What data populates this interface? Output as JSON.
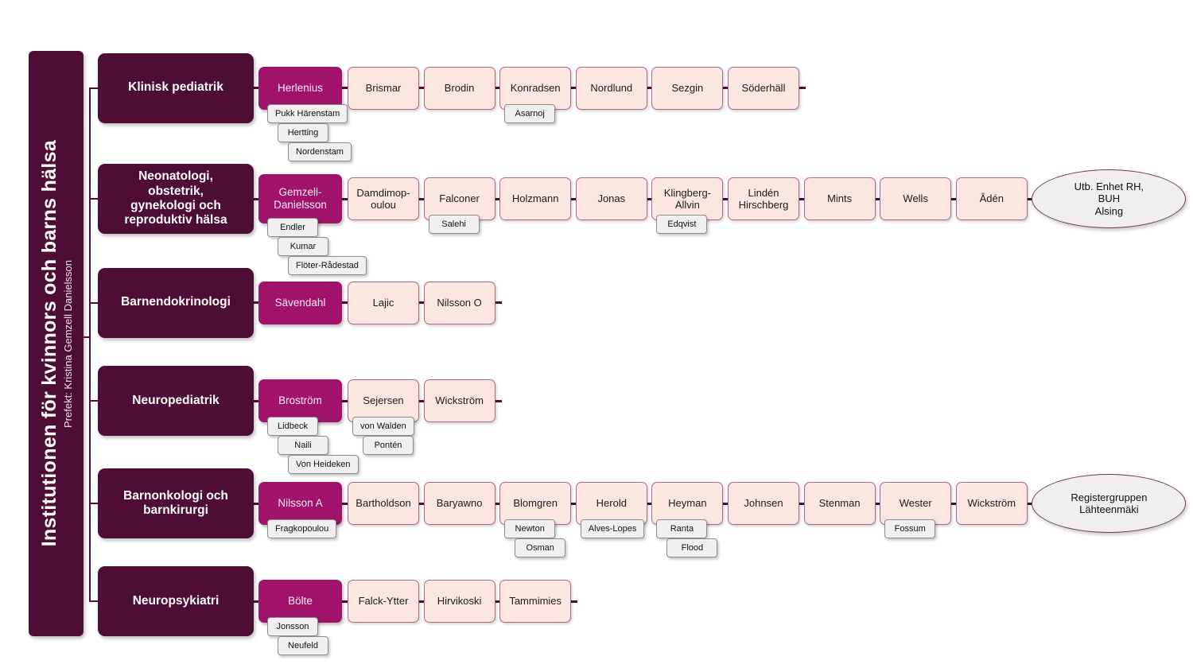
{
  "sidebar": {
    "title": "Institutionen för kvinnors och barns hälsa",
    "subtitle": "Prefekt: Kristina Gemzell Danielsson"
  },
  "colors": {
    "dark_maroon": "#4E0D35",
    "magenta_accent": "#A1136B",
    "member_fill": "#FBE6E0",
    "member_border": "#B3677F",
    "sub_fill": "#F1EFEF",
    "sub_border": "#8C8C8C",
    "ellipse_fill": "#EFEFEF",
    "ellipse_border": "#6E3A54"
  },
  "divisions": [
    {
      "name": "Klinisk pediatrik",
      "leader": {
        "label": "Herlenius",
        "subs": [
          "Pukk Härenstam",
          "Hertting",
          "Nordenstam"
        ]
      },
      "members": [
        {
          "label": "Brismar"
        },
        {
          "label": "Brodin"
        },
        {
          "label": "Konradsen",
          "subs": [
            "Asarnoj"
          ]
        },
        {
          "label": "Nordlund"
        },
        {
          "label": "Sezgin"
        },
        {
          "label": "Söderhäll"
        }
      ],
      "ellipse": null
    },
    {
      "name": "Neonatologi,\nobstetrik,\ngynekologi och\nreproduktiv hälsa",
      "leader": {
        "label": "Gemzell-\nDanielsson",
        "subs": [
          "Endler",
          "Kumar",
          "Flöter-Rådestad"
        ]
      },
      "members": [
        {
          "label": "Damdimop-\noulou"
        },
        {
          "label": "Falconer",
          "subs": [
            "Salehi"
          ]
        },
        {
          "label": "Holzmann"
        },
        {
          "label": "Jonas"
        },
        {
          "label": "Klingberg-\nAllvin",
          "subs": [
            "Edqvist"
          ]
        },
        {
          "label": "Lindén\nHirschberg"
        },
        {
          "label": "Mints"
        },
        {
          "label": "Wells"
        },
        {
          "label": "Ådén"
        }
      ],
      "ellipse": "Utb. Enhet RH,\nBUH\nAlsing"
    },
    {
      "name": "Barnendokrinologi",
      "leader": {
        "label": "Sävendahl",
        "subs": []
      },
      "members": [
        {
          "label": "Lajic"
        },
        {
          "label": "Nilsson O"
        }
      ],
      "ellipse": null
    },
    {
      "name": "Neuropediatrik",
      "leader": {
        "label": "Broström",
        "subs": [
          "Lidbeck",
          "Naili",
          "Von Heideken"
        ]
      },
      "members": [
        {
          "label": "Sejersen",
          "subs": [
            "von Walden",
            "Pontén"
          ]
        },
        {
          "label": "Wickström"
        }
      ],
      "ellipse": null
    },
    {
      "name": "Barnonkologi och\nbarnkirurgi",
      "leader": {
        "label": "Nilsson A",
        "subs": [
          "Fragkopoulou"
        ]
      },
      "members": [
        {
          "label": "Bartholdson"
        },
        {
          "label": "Baryawno"
        },
        {
          "label": "Blomgren",
          "subs": [
            "Newton",
            "Osman"
          ]
        },
        {
          "label": "Herold",
          "subs": [
            "Alves-Lopes"
          ]
        },
        {
          "label": "Heyman",
          "subs": [
            "Ranta",
            "Flood"
          ]
        },
        {
          "label": "Johnsen"
        },
        {
          "label": "Stenman"
        },
        {
          "label": "Wester",
          "subs": [
            "Fossum"
          ]
        },
        {
          "label": "Wickström"
        }
      ],
      "ellipse": "Registergruppen\nLähteenmäki"
    },
    {
      "name": "Neuropsykiatri",
      "leader": {
        "label": "Bölte",
        "subs": [
          "Jonsson",
          "Neufeld"
        ]
      },
      "members": [
        {
          "label": "Falck-Ytter"
        },
        {
          "label": "Hirvikoski"
        },
        {
          "label": "Tammimies"
        }
      ],
      "ellipse": null
    }
  ]
}
